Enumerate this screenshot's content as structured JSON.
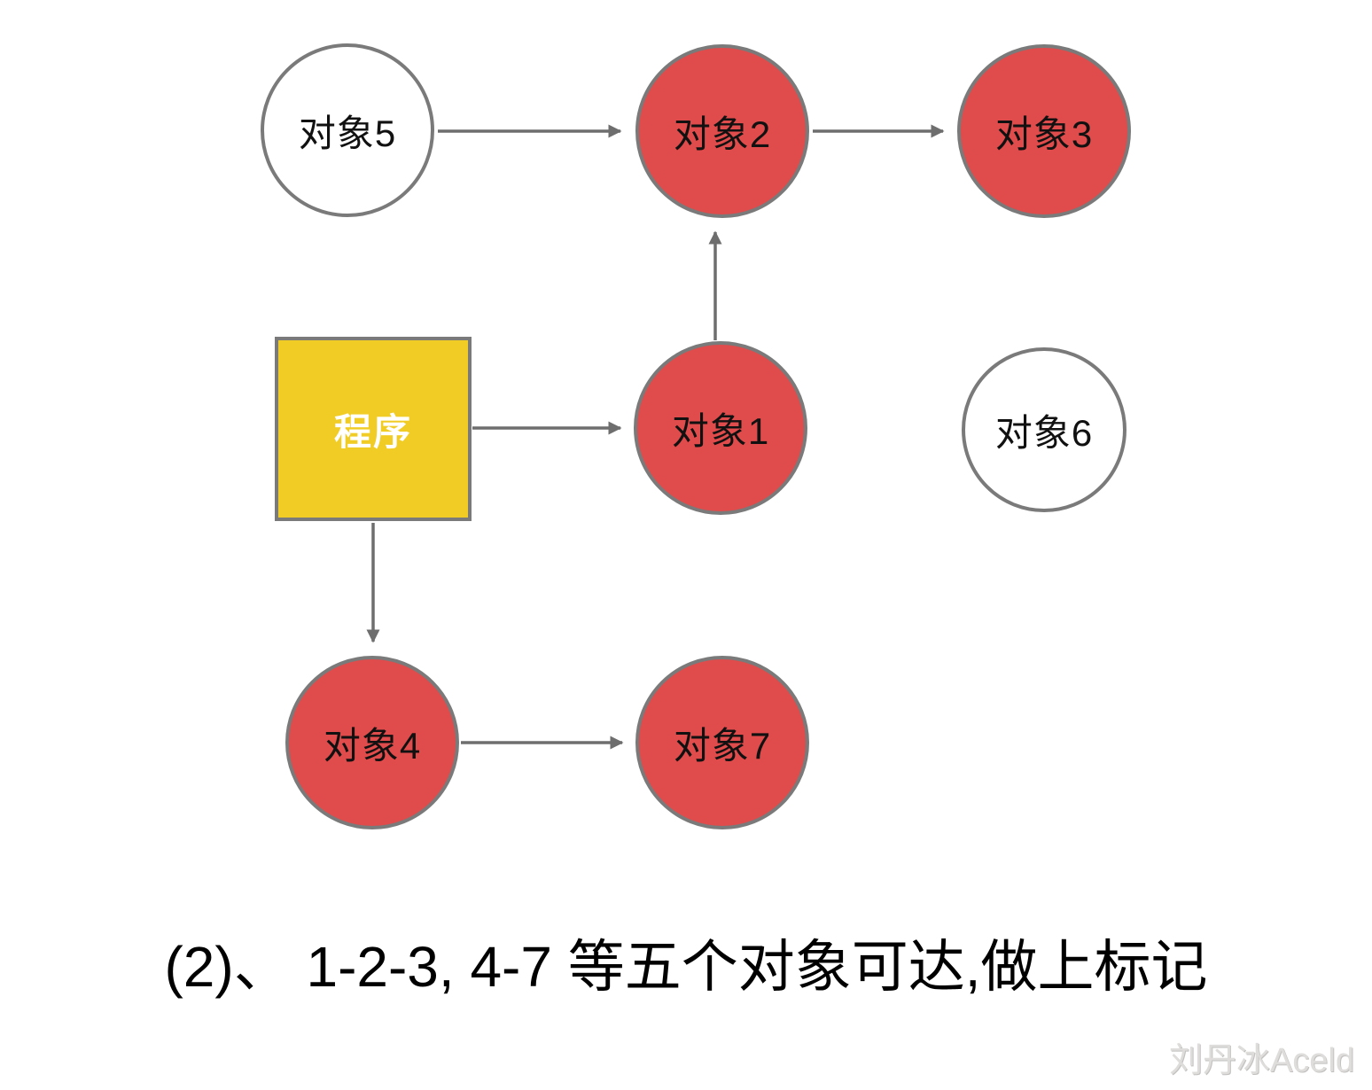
{
  "diagram": {
    "program": {
      "id": "program",
      "label": "程序"
    },
    "nodes": [
      {
        "id": "obj5",
        "label": "对象5",
        "state": "unreachable"
      },
      {
        "id": "obj2",
        "label": "对象2",
        "state": "reachable"
      },
      {
        "id": "obj3",
        "label": "对象3",
        "state": "reachable"
      },
      {
        "id": "obj1",
        "label": "对象1",
        "state": "reachable"
      },
      {
        "id": "obj6",
        "label": "对象6",
        "state": "unreachable"
      },
      {
        "id": "obj4",
        "label": "对象4",
        "state": "reachable"
      },
      {
        "id": "obj7",
        "label": "对象7",
        "state": "reachable"
      }
    ],
    "edges": [
      {
        "from": "obj5",
        "to": "obj2"
      },
      {
        "from": "obj2",
        "to": "obj3"
      },
      {
        "from": "obj1",
        "to": "obj2"
      },
      {
        "from": "program",
        "to": "obj1"
      },
      {
        "from": "program",
        "to": "obj4"
      },
      {
        "from": "obj4",
        "to": "obj7"
      }
    ],
    "colors": {
      "reachable_fill": "#E04B4B",
      "unreachable_fill": "#FFFFFF",
      "program_fill": "#F0CC24",
      "node_border": "#7A7A7A",
      "arrow": "#6E6E6E"
    }
  },
  "caption": {
    "text": "(2)、 1-2-3, 4-7 等五个对象可达,做上标记"
  },
  "watermark": {
    "text": "刘丹冰Aceld"
  }
}
